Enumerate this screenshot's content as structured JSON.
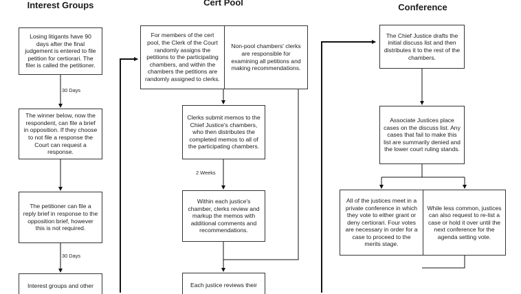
{
  "columns": {
    "interest_groups": {
      "title": "Interest Groups",
      "boxes": [
        "Losing litigants have 90 days after the final judgement is entered to file petition for certiorari. The filer is called the petitioner.",
        "The winner below, now the respondent, can file a brief in opposition. If they choose to not file a response the Court can request a response.",
        "The petitioner can file a reply brief in response to the opposition brief, however this is not required.",
        "Interest groups and other"
      ],
      "labels": [
        "30 Days",
        "30 Days"
      ]
    },
    "cert_pool": {
      "title": "Cert Pool",
      "top_left": "For members of the cert pool, the Clerk of the Court randomly assigns the petitions to the participating chambers, and within the chambers the petitions are randomly assigned to clerks.",
      "top_right": "Non-pool chambers' clerks are responsible for examining all petitions and making recommendations.",
      "boxes": [
        "Clerks submit memos to the Chief Justice's chambers, who then distributes the completed memos to all of the participating chambers.",
        "Within each justice's chamber, clerks review and markup the memos with additional comments and recommendations.",
        "Each justice reviews their"
      ],
      "labels": [
        "2 Weeks"
      ]
    },
    "conference": {
      "title": "Conference",
      "boxes": [
        "The Chief Justice drafts the initial discuss list and then distributes it to the rest of the chambers.",
        "Associate Justices place cases on the discuss list. Any cases that fail to make this list are summarily denied and the lower court ruling stands."
      ],
      "bottom_left": "All of the justices meet in a private conference in which they vote to either grant or deny certiorari. Four votes are necessary in order for a case to proceed to the merits stage.",
      "bottom_right": "While less common, justices can also request to re-list a case or hold it over until the next conference for the agenda setting vote."
    }
  }
}
